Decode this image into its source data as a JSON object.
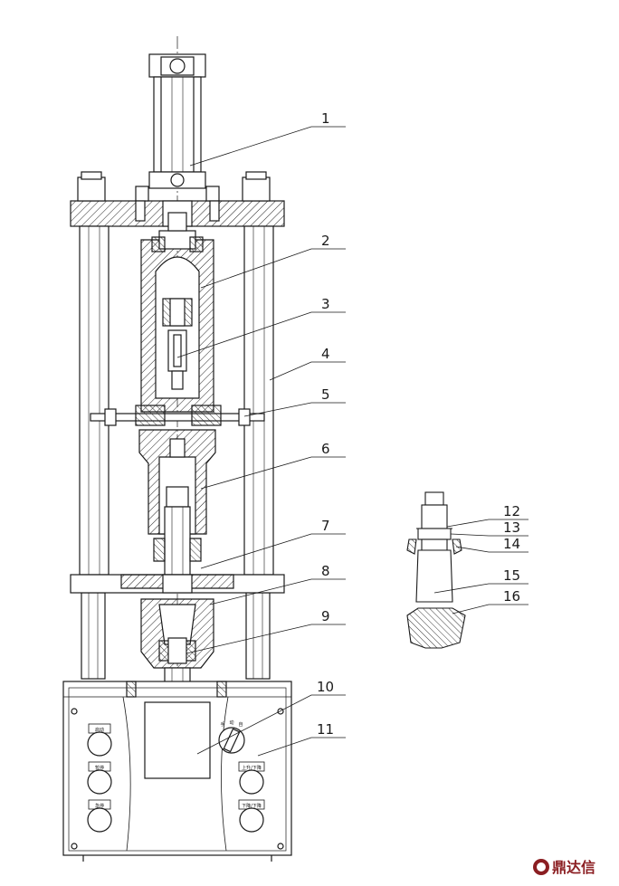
{
  "callouts": [
    {
      "id": "1",
      "label": "1"
    },
    {
      "id": "2",
      "label": "2"
    },
    {
      "id": "3",
      "label": "3"
    },
    {
      "id": "4",
      "label": "4"
    },
    {
      "id": "5",
      "label": "5"
    },
    {
      "id": "6",
      "label": "6"
    },
    {
      "id": "7",
      "label": "7"
    },
    {
      "id": "8",
      "label": "8"
    },
    {
      "id": "9",
      "label": "9"
    },
    {
      "id": "10",
      "label": "10"
    },
    {
      "id": "11",
      "label": "11"
    },
    {
      "id": "12",
      "label": "12"
    },
    {
      "id": "13",
      "label": "13"
    },
    {
      "id": "14",
      "label": "14"
    },
    {
      "id": "15",
      "label": "15"
    },
    {
      "id": "16",
      "label": "16"
    }
  ],
  "panel": {
    "left_buttons": [
      "启动",
      "暂停",
      "急停"
    ],
    "right_buttons": [
      "上升/下降",
      "下降/下降"
    ],
    "switch_labels": [
      "手",
      "动",
      "自"
    ]
  },
  "logo": {
    "text": "鼎达信",
    "color": "#8b1e22"
  }
}
